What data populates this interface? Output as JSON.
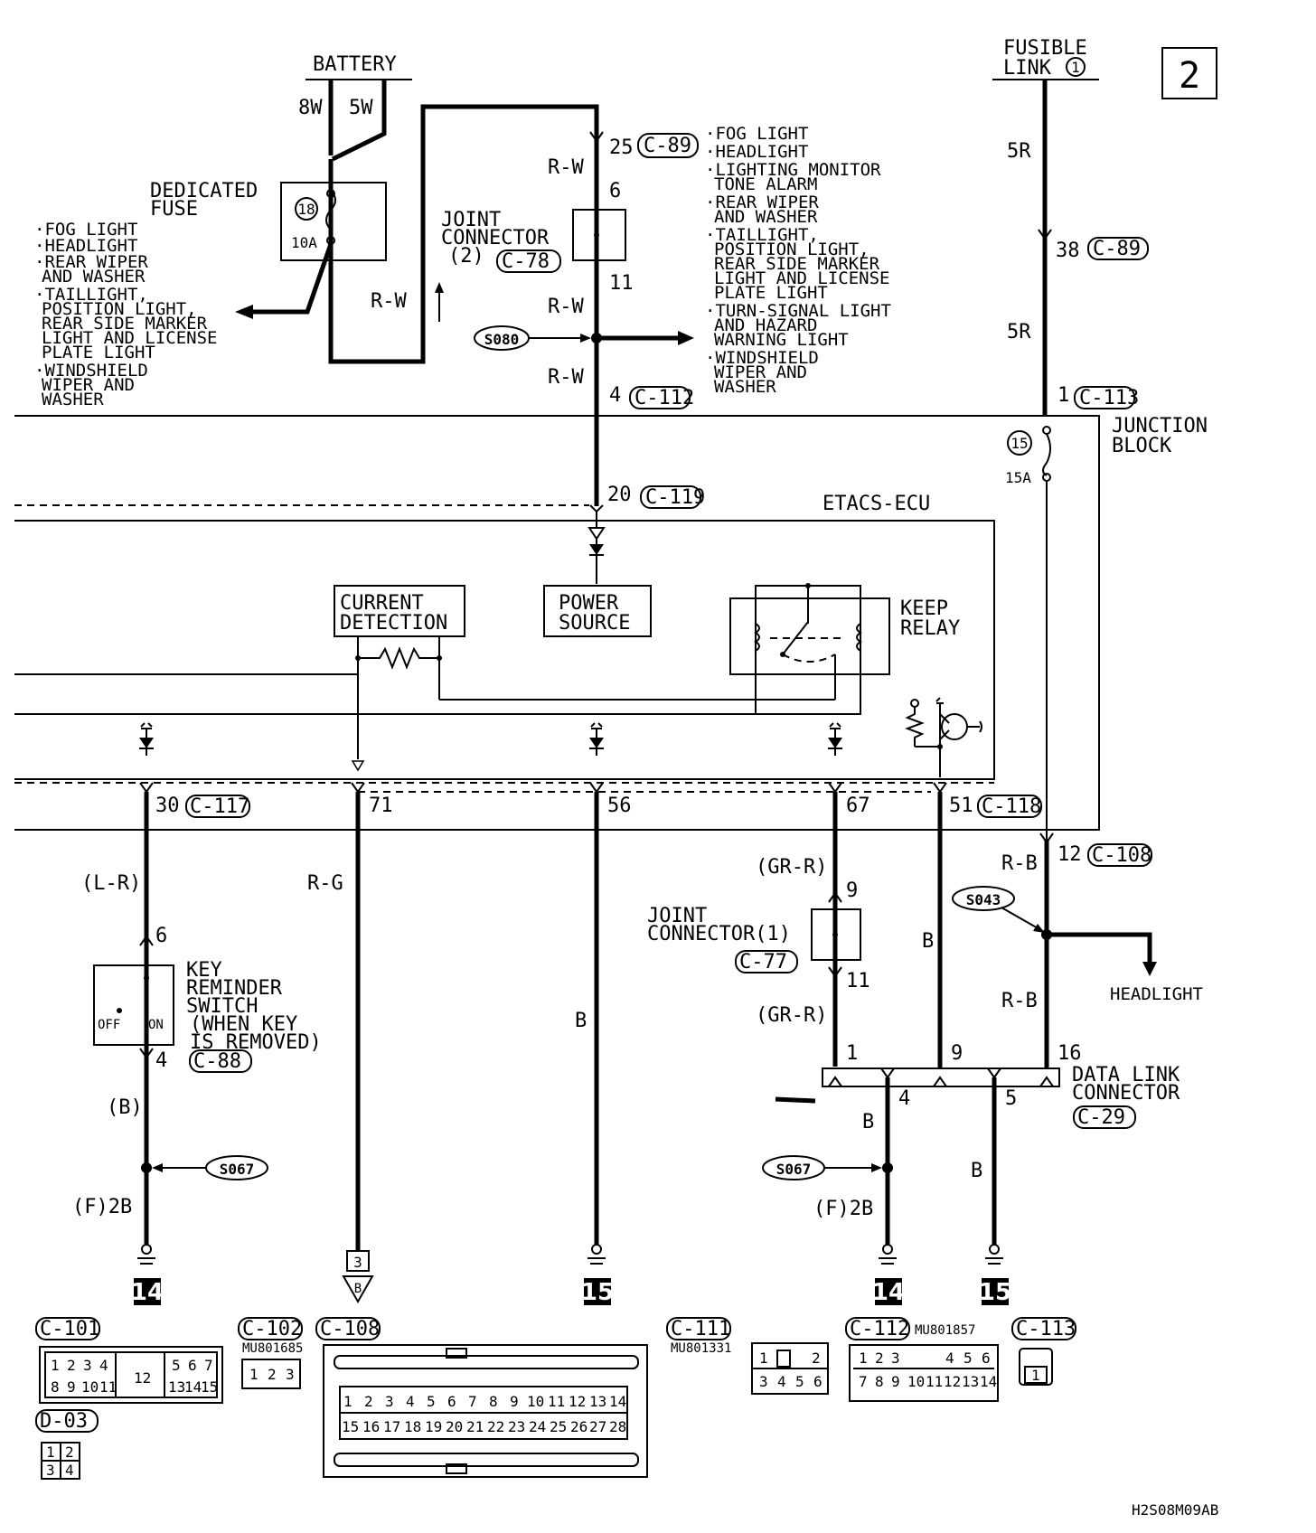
{
  "page_number": "2",
  "battery": {
    "title": "BATTERY",
    "wire_a": "8W",
    "wire_b": "5W"
  },
  "dedicated_fuse": {
    "title_1": "DEDICATED",
    "title_2": "FUSE",
    "number": "18",
    "rating": "10A"
  },
  "fuse_outputs": [
    "·FOG LIGHT",
    "·HEADLIGHT",
    "·REAR WIPER",
    "AND WASHER",
    "·TAILLIGHT,",
    "POSITION LIGHT,",
    "REAR SIDE MARKER",
    "LIGHT AND LICENSE",
    "PLATE LIGHT",
    "·WINDSHIELD",
    "WIPER AND",
    "WASHER"
  ],
  "joint_connector_2": {
    "title_1": "JOINT",
    "title_2": "CONNECTOR",
    "title_3": "(2)",
    "code": "C-78",
    "pin_in": "6",
    "pin_out": "11"
  },
  "c89_right_outputs": [
    "·FOG LIGHT",
    "·HEADLIGHT",
    "·LIGHTING MONITOR",
    "TONE ALARM",
    "·REAR WIPER",
    "AND WASHER",
    "·TAILLIGHT,",
    "POSITION LIGHT,",
    "REAR SIDE MARKER",
    "LIGHT AND LICENSE",
    "PLATE LIGHT",
    "·TURN-SIGNAL LIGHT",
    "AND HAZARD",
    "WARNING LIGHT",
    "·WINDSHIELD",
    "WIPER AND",
    "WASHER"
  ],
  "wires": {
    "rw": "R-W",
    "r5": "5R",
    "lr": "(L-R)",
    "rg": "R-G",
    "b": "B",
    "bp": "(B)",
    "grr": "(GR-R)",
    "rb": "R-B",
    "f2b": "(F)2B"
  },
  "pins": {
    "p25": "25",
    "c89": "C-89",
    "p38": "38",
    "p4": "4",
    "c112": "C-112",
    "p1": "1",
    "c113": "C-113",
    "p20": "20",
    "c119": "C-119",
    "p30": "30",
    "c117": "C-117",
    "p71": "71",
    "p56": "56",
    "p67": "67",
    "p51": "51",
    "c118": "C-118",
    "p12": "12",
    "c108": "C-108",
    "p6": "6",
    "p4b": "4",
    "c88": "C-88",
    "p9": "9",
    "p11": "11",
    "c77": "C-77",
    "dl1": "1",
    "dl9": "9",
    "dl16": "16",
    "dl4": "4",
    "dl5": "5",
    "c29": "C-29"
  },
  "splices": {
    "s080": "S080",
    "s043": "S043",
    "s067": "S067"
  },
  "fusible_link": {
    "title_1": "FUSIBLE",
    "title_2": "LINK",
    "number": "1"
  },
  "junction_block": {
    "title_1": "JUNCTION",
    "title_2": "BLOCK",
    "fuse_number": "15",
    "rating": "15A"
  },
  "etacs": {
    "title": "ETACS-ECU",
    "current_1": "CURRENT",
    "current_2": "DETECTION",
    "power_1": "POWER",
    "power_2": "SOURCE",
    "relay_1": "KEEP",
    "relay_2": "RELAY"
  },
  "key_switch": {
    "t1": "KEY",
    "t2": "REMINDER",
    "t3": "SWITCH",
    "t4": "(WHEN KEY",
    "t5": "IS REMOVED)",
    "off": "OFF",
    "on": "ON"
  },
  "joint_connector_1": {
    "t1": "JOINT",
    "t2": "CONNECTOR(1)"
  },
  "headlight": "HEADLIGHT",
  "data_link": {
    "t1": "DATA LINK",
    "t2": "CONNECTOR"
  },
  "ground_refs": {
    "g14": "14",
    "g15": "15",
    "ref3": "3",
    "refB": "B"
  },
  "connectors": {
    "c101": {
      "code": "C-101",
      "row1": [
        "1",
        "2",
        "3",
        "4",
        "5",
        "6",
        "7"
      ],
      "row2": [
        "8",
        "9",
        "10",
        "11",
        "13",
        "14",
        "15"
      ],
      "mid": "12"
    },
    "d03": {
      "code": "D-03",
      "pins": [
        "1",
        "2",
        "3",
        "4"
      ]
    },
    "c102": {
      "code": "C-102",
      "part": "MU801685",
      "pins": [
        "1",
        "2",
        "3"
      ]
    },
    "c108": {
      "code": "C-108",
      "row1": [
        "1",
        "2",
        "3",
        "4",
        "5",
        "6",
        "7",
        "8",
        "9",
        "10",
        "11",
        "12",
        "13",
        "14"
      ],
      "row2": [
        "15",
        "16",
        "17",
        "18",
        "19",
        "20",
        "21",
        "22",
        "23",
        "24",
        "25",
        "26",
        "27",
        "28"
      ]
    },
    "c111": {
      "code": "C-111",
      "part": "MU801331",
      "row1": [
        "1",
        "2"
      ],
      "row2": [
        "3",
        "4",
        "5",
        "6"
      ]
    },
    "c112": {
      "code": "C-112",
      "part": "MU801857",
      "row1": [
        "1",
        "2",
        "3",
        "4",
        "5",
        "6"
      ],
      "row2": [
        "7",
        "8",
        "9",
        "10",
        "11",
        "12",
        "13",
        "14"
      ]
    },
    "c113": {
      "code": "C-113",
      "pins": [
        "1"
      ]
    }
  },
  "diagram_code": "H2S08M09AB"
}
